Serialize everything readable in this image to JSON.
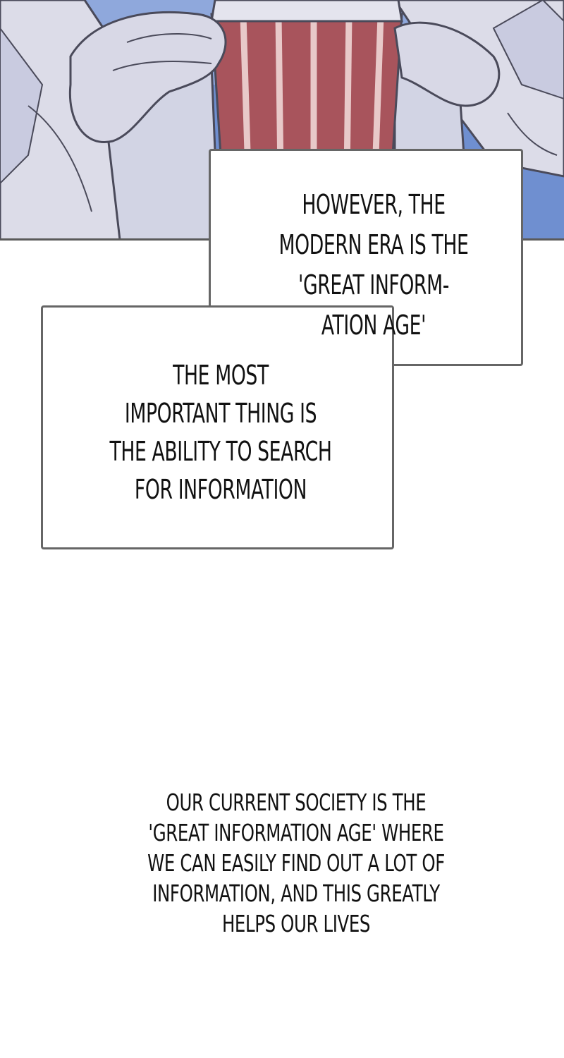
{
  "panel_art": {
    "icon": "illustration-hands-holding-striped-cup",
    "colors": {
      "sky": "#6f8fd0",
      "jacket": "#dcdce8",
      "cup": "#a8545c",
      "ink": "#4a4a5a"
    }
  },
  "caption_1": {
    "lines": "HOWEVER, THE\nMODERN ERA IS THE\n'GREAT INFORM-\nATION AGE'"
  },
  "caption_2": {
    "lines": "THE MOST\nIMPORTANT THING IS\nTHE ABILITY TO SEARCH\nFOR INFORMATION"
  },
  "narration": {
    "lines": "OUR CURRENT SOCIETY IS THE\n'GREAT INFORMATION AGE' WHERE\nWE CAN EASILY FIND OUT A LOT OF\nINFORMATION, AND THIS GREATLY\nHELPS OUR LIVES"
  }
}
